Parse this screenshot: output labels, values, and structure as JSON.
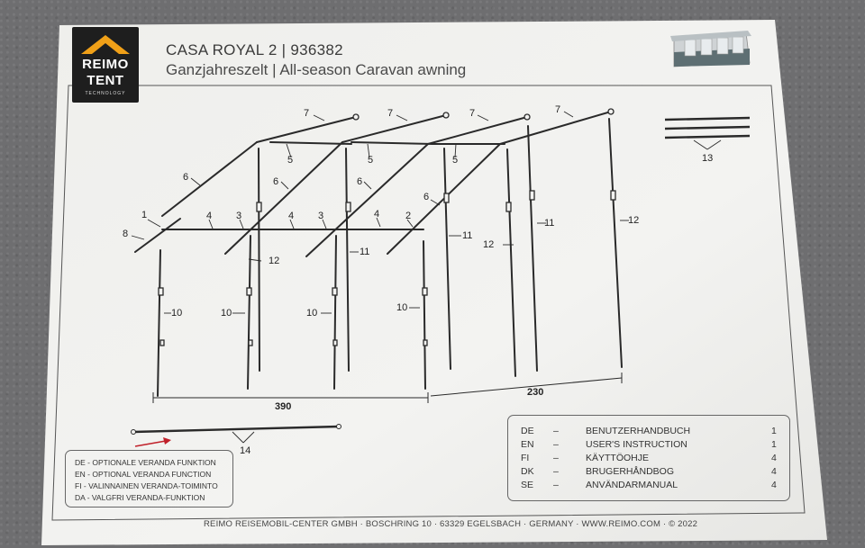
{
  "logo": {
    "line1": "REIMO",
    "line2": "TENT",
    "line3": "TECHNOLOGY"
  },
  "header": {
    "title": "CASA ROYAL 2 | 936382",
    "subtitle": "Ganzjahreszelt | All-season Caravan awning"
  },
  "diagram": {
    "part_labels": [
      "7",
      "7",
      "7",
      "7",
      "5",
      "5",
      "5",
      "6",
      "6",
      "6",
      "6",
      "1",
      "8",
      "4",
      "3",
      "4",
      "3",
      "4",
      "2",
      "11",
      "11",
      "11",
      "12",
      "12",
      "12",
      "10",
      "10",
      "10",
      "10",
      "13",
      "14"
    ],
    "dimensions": {
      "width_front": "390",
      "depth": "230"
    }
  },
  "veranda_box": {
    "lines": [
      "DE - OPTIONALE VERANDA FUNKTION",
      "EN - OPTIONAL VERANDA FUNCTION",
      "FI - VALINNAINEN VERANDA-TOIMINTO",
      "DA - VALGFRI VERANDA-FUNKTION"
    ]
  },
  "manuals": {
    "rows": [
      {
        "code": "DE",
        "dash": "–",
        "name": "BENUTZERHANDBUCH",
        "num": "1"
      },
      {
        "code": "EN",
        "dash": "–",
        "name": "USER'S INSTRUCTION",
        "num": "1"
      },
      {
        "code": "FI",
        "dash": "–",
        "name": "KÄYTTÖOHJE",
        "num": "4"
      },
      {
        "code": "DK",
        "dash": "–",
        "name": "BRUGERHÅNDBOG",
        "num": "4"
      },
      {
        "code": "SE",
        "dash": "–",
        "name": "ANVÄNDARMANUAL",
        "num": "4"
      }
    ]
  },
  "footer": {
    "text": "REIMO REISEMOBIL-CENTER GMBH · BOSCHRING 10 · 63329 EGELSBACH · GERMANY · WWW.REIMO.COM · © 2022"
  },
  "colors": {
    "paper": "#f2f2f0",
    "line": "#2a2a2a",
    "logo_bg": "#1e1e1e",
    "logo_accent": "#f0a018",
    "arrow_red": "#c0202a"
  }
}
